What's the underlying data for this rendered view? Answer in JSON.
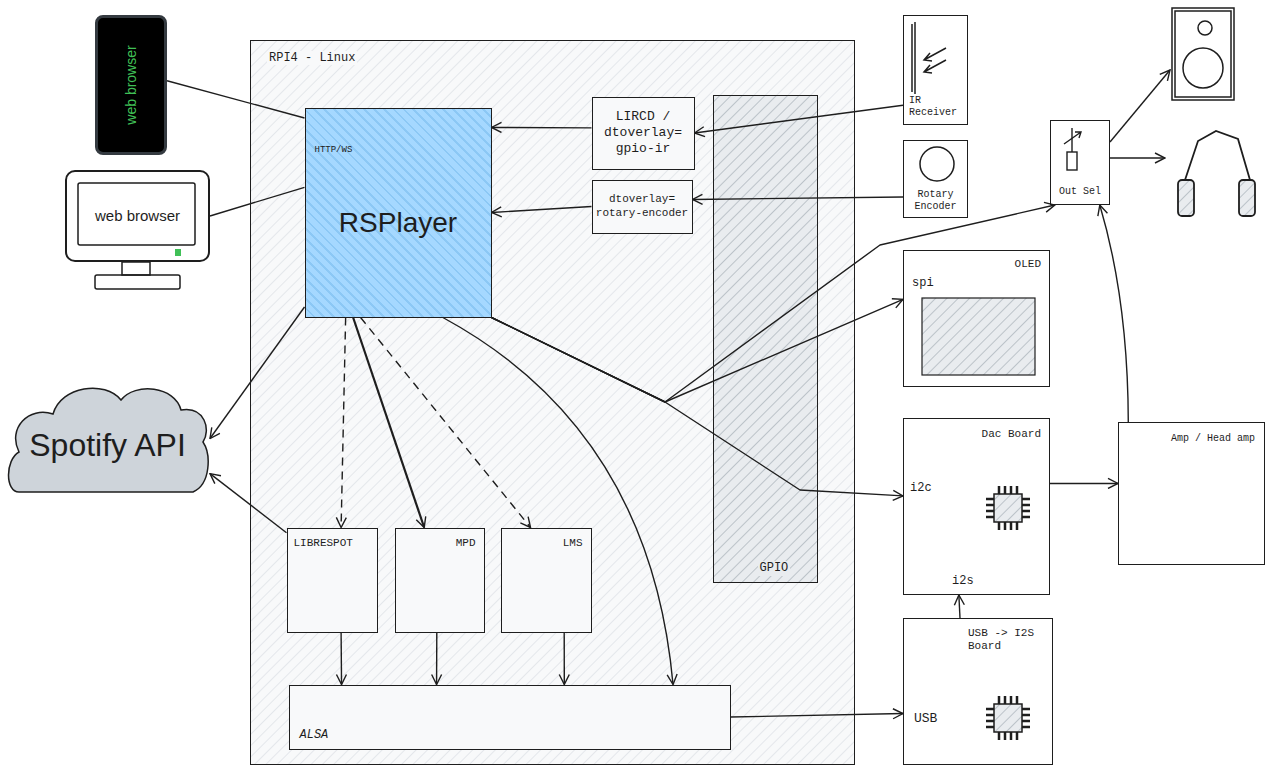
{
  "diagram": {
    "nodes": [
      {
        "text": [
          "web browser"
        ]
      },
      {
        "text": [
          "web browser"
        ]
      },
      {
        "text": [
          "Spotify API"
        ]
      },
      {
        "text": [
          "RPI4 - Linux"
        ]
      },
      {
        "text": [
          "HTTP/WS",
          "RSPlayer"
        ],
        "in": 3
      },
      {
        "text": [
          "LIRCD / dtoverlay= gpio-ir"
        ],
        "in": 3
      },
      {
        "text": [
          "dtoverlay= rotary-encoder"
        ],
        "in": 3
      },
      {
        "text": [
          "GPIO"
        ],
        "in": 3
      },
      {
        "text": [
          "LIBRESPOT"
        ],
        "in": 3
      },
      {
        "text": [
          "MPD"
        ],
        "in": 3
      },
      {
        "text": [
          "LMS"
        ],
        "in": 3
      },
      {
        "text": [
          "ALSA"
        ],
        "in": 3
      },
      {
        "text": [
          "IR Receiver"
        ]
      },
      {
        "text": [
          "Rotary Encoder"
        ]
      },
      {
        "text": [
          "OLED",
          "spi"
        ]
      },
      {
        "text": [
          "Dac Board",
          "i2c",
          "i2s"
        ]
      },
      {
        "text": [
          "USB -> I2S Board",
          "USB"
        ]
      },
      {
        "text": [
          "Amp / Head amp"
        ]
      },
      {
        "text": [
          "Out Sel"
        ]
      }
    ],
    "edges": [
      {
        "from": 0,
        "to": 4,
        "arrow": "none"
      },
      {
        "from": 1,
        "to": 4,
        "arrow": "none"
      },
      {
        "from": 4,
        "to": 2,
        "arrow": "to"
      },
      {
        "from": 8,
        "to": 2,
        "arrow": "to"
      },
      {
        "from": 5,
        "to": 4,
        "arrow": "to"
      },
      {
        "from": 6,
        "to": 4,
        "arrow": "to"
      },
      {
        "from": 12,
        "to": 5,
        "arrow": "to"
      },
      {
        "from": 13,
        "to": 6,
        "arrow": "to"
      },
      {
        "from": 4,
        "to": 8,
        "arrow": "to"
      },
      {
        "from": 4,
        "to": 9,
        "arrow": "to"
      },
      {
        "from": 4,
        "to": 10,
        "arrow": "to"
      },
      {
        "from": 4,
        "to": 11,
        "arrow": "to"
      },
      {
        "from": 8,
        "to": 11,
        "arrow": "to"
      },
      {
        "from": 9,
        "to": 11,
        "arrow": "to"
      },
      {
        "from": 10,
        "to": 11,
        "arrow": "to"
      },
      {
        "from": 4,
        "to": 14,
        "arrow": "to"
      },
      {
        "from": 4,
        "to": 15,
        "arrow": "to"
      },
      {
        "from": 4,
        "to": 18,
        "arrow": "to"
      },
      {
        "from": 11,
        "to": 16,
        "arrow": "to"
      },
      {
        "from": 16,
        "to": 15,
        "arrow": "to"
      },
      {
        "from": 15,
        "to": 17,
        "arrow": "to"
      },
      {
        "from": 17,
        "to": 18,
        "arrow": "to"
      }
    ]
  }
}
